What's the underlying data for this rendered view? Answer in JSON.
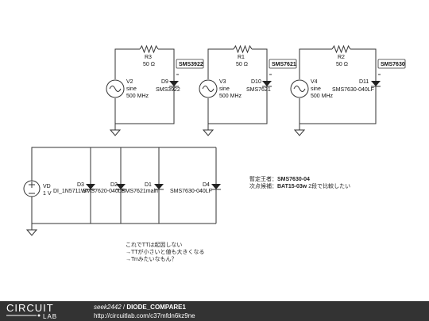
{
  "circuit": {
    "top": [
      {
        "resistor": "R3",
        "r_value": "50 Ω",
        "source": "V2",
        "src_wave": "sine",
        "src_freq": "500 MHz",
        "diode": "D9",
        "diode_model": "SMS3922",
        "probe": "SMS3922"
      },
      {
        "resistor": "R1",
        "r_value": "50 Ω",
        "source": "V3",
        "src_wave": "sine",
        "src_freq": "500 MHz",
        "diode": "D10",
        "diode_model": "SMS7621",
        "probe": "SMS7621"
      },
      {
        "resistor": "R2",
        "r_value": "50 Ω",
        "source": "V4",
        "src_wave": "sine",
        "src_freq": "500 MHz",
        "diode": "D11",
        "diode_model": "SMS7630-040LF",
        "probe": "SMS7630"
      }
    ],
    "bottom": {
      "source": "VD",
      "src_value": "1 V",
      "diodes": [
        {
          "name": "D3",
          "model": "DI_1N5711W"
        },
        {
          "name": "D2",
          "model": "SMS7620-040LF"
        },
        {
          "name": "D1",
          "model": "SMS7621main"
        },
        {
          "name": "D4",
          "model": "SMS7630-040LF"
        }
      ]
    }
  },
  "notes": {
    "candidate_line1": {
      "label": "暫定王者：",
      "value": "SMS7630-04"
    },
    "candidate_line2": {
      "label": "次点候補：",
      "value": "BAT15-03w",
      "suffix": "2段で比較したい"
    },
    "memo": [
      "これでTTは起因しない",
      "→TTが小さいと値も大きくなる",
      "→Trrみたいなもん？"
    ]
  },
  "footer": {
    "logo_top": "CIRCUIT",
    "logo_bottom": "LAB",
    "user": "seek2442",
    "separator": " / ",
    "project": "DIODE_COMPARE1",
    "url": "http://circuitlab.com/c37mfdn6kz9ne"
  },
  "colors": {
    "footer_bg": "#333333",
    "wire": "#333333",
    "text": "#111111",
    "footer_text": "#ffffff"
  }
}
